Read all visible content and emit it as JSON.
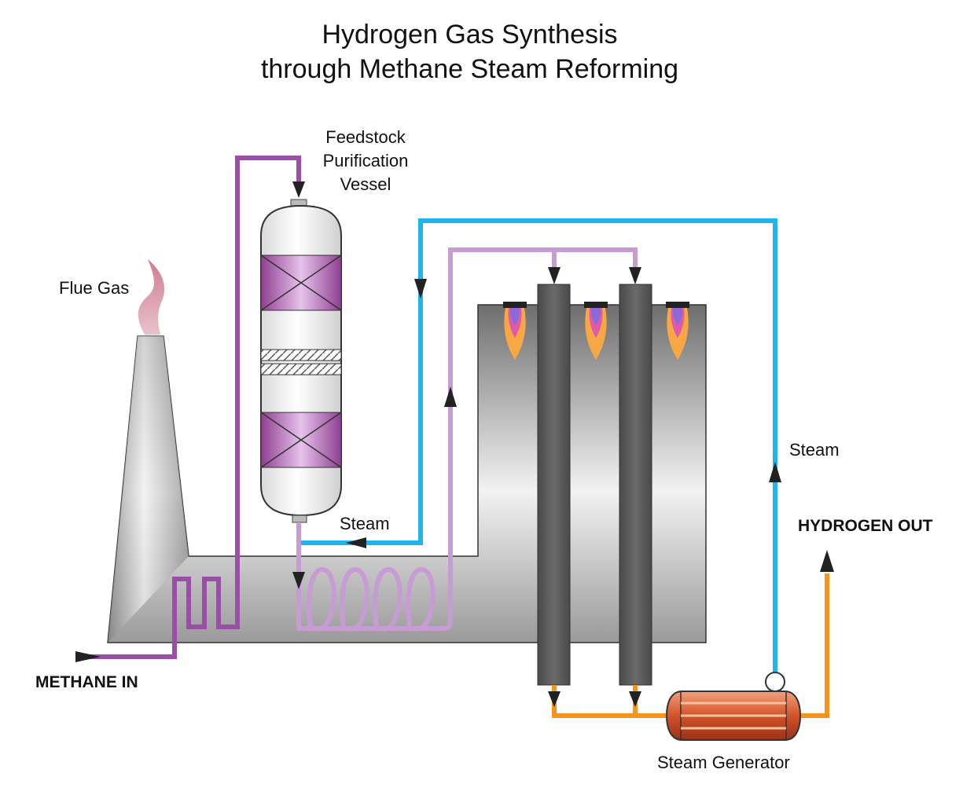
{
  "title": {
    "line1": "Hydrogen Gas Synthesis",
    "line2": "through Methane Steam Reforming"
  },
  "labels": {
    "flue_gas": "Flue Gas",
    "feedstock_line1": "Feedstock",
    "feedstock_line2": "Purification",
    "feedstock_line3": "Vessel",
    "steam_left": "Steam",
    "steam_right": "Steam",
    "hydrogen_out": "HYDROGEN OUT",
    "methane_in": "METHANE IN",
    "steam_generator": "Steam Generator"
  },
  "colors": {
    "methane_line": "#9b4ea8",
    "preheat_line": "#c79bd4",
    "steam_line": "#1fb5ea",
    "hydrogen_line": "#f7941d",
    "furnace_gray": "#8a8a8a",
    "reformer_tube": "#5a5a5a",
    "catalyst_bed": "#a855a8",
    "flue_smoke": "#c98090"
  }
}
